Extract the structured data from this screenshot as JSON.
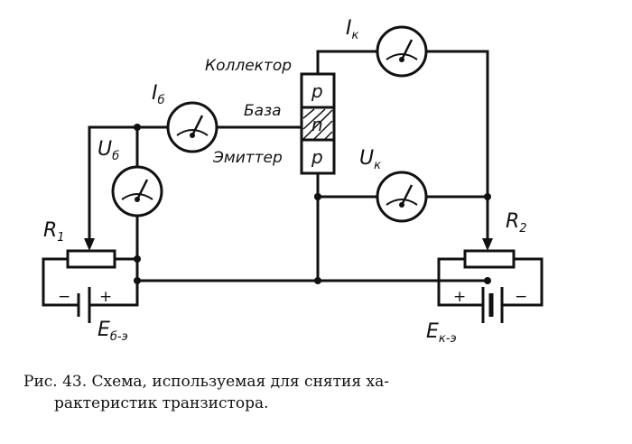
{
  "labels": {
    "collector": "Коллектор",
    "base": "База",
    "emitter": "Эмиттер",
    "p_top": "p",
    "n_mid": "n",
    "p_bot": "p",
    "ib_main": "I",
    "ib_sub": "б",
    "ik_main": "I",
    "ik_sub": "к",
    "ub_main": "U",
    "ub_sub": "б",
    "uk_main": "U",
    "uk_sub": "к",
    "r1_main": "R",
    "r1_sub": "1",
    "r2_main": "R",
    "r2_sub": "2",
    "ebe_main": "E",
    "ebe_sub": "б-э",
    "eke_main": "E",
    "eke_sub": "к-э",
    "minus": "−",
    "plus": "+"
  },
  "caption": {
    "line1": "Рис. 43. Схема, используемая для снятия ха-",
    "line2": "рактеристик транзистора."
  }
}
